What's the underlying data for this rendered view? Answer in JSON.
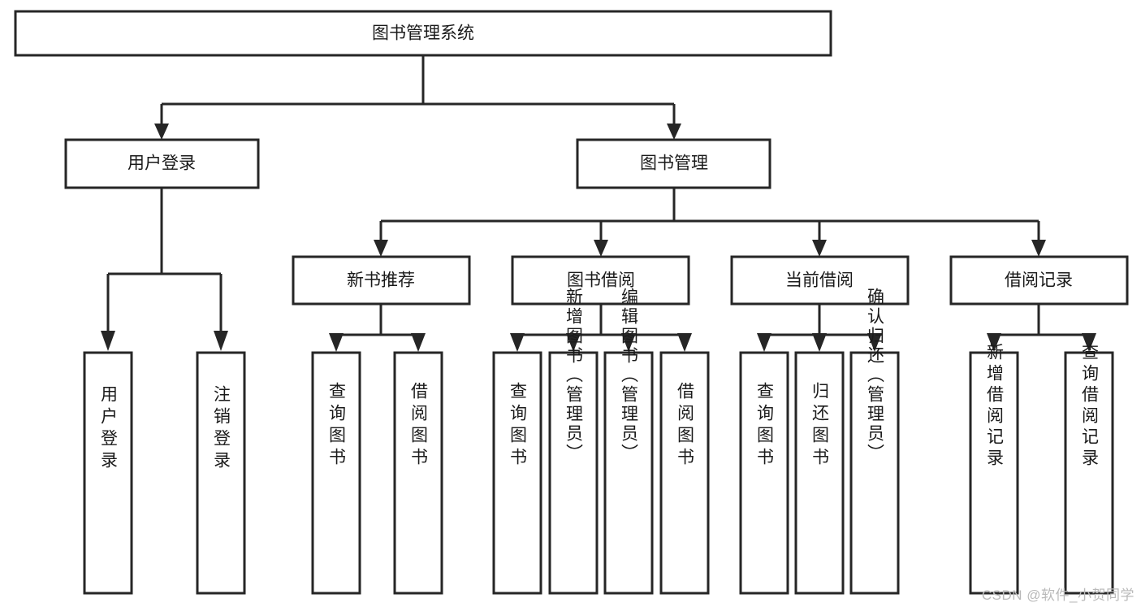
{
  "diagram": {
    "type": "tree-hierarchy-chart",
    "title": "图书管理系统",
    "watermark": "CSDN @软件_小贺同学",
    "colors": {
      "stroke": "#262626",
      "fill": "#ffffff",
      "text": "#1a1a1a",
      "background": "#ffffff",
      "watermark": "#b9b9b9"
    },
    "levels": {
      "level1": {
        "label": "图书管理系统"
      },
      "level2": [
        {
          "label": "用户登录"
        },
        {
          "label": "图书管理"
        }
      ],
      "level3": [
        {
          "label": "新书推荐"
        },
        {
          "label": "图书借阅"
        },
        {
          "label": "当前借阅"
        },
        {
          "label": "借阅记录"
        }
      ],
      "level4": [
        {
          "label": "用户登录",
          "parent": "用户登录"
        },
        {
          "label": "注销登录",
          "parent": "用户登录"
        },
        {
          "label": "查询图书",
          "parent": "新书推荐"
        },
        {
          "label": "借阅图书",
          "parent": "新书推荐"
        },
        {
          "label": "查询图书",
          "parent": "图书借阅"
        },
        {
          "label": "新增图书（管理员）",
          "parent": "图书借阅"
        },
        {
          "label": "编辑图书（管理员）",
          "parent": "图书借阅"
        },
        {
          "label": "借阅图书",
          "parent": "图书借阅"
        },
        {
          "label": "查询图书",
          "parent": "当前借阅"
        },
        {
          "label": "归还图书",
          "parent": "当前借阅"
        },
        {
          "label": "确认归还（管理员）",
          "parent": "当前借阅"
        },
        {
          "label": "新增借阅记录",
          "parent": "借阅记录"
        },
        {
          "label": "查询借阅记录",
          "parent": "借阅记录"
        }
      ]
    }
  }
}
